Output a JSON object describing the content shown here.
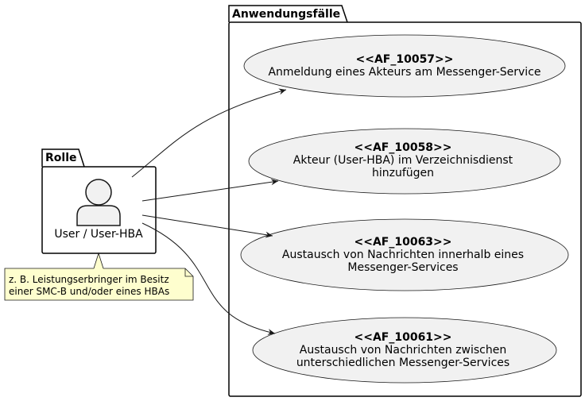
{
  "packages": {
    "role": {
      "title": "Rolle"
    },
    "usecases": {
      "title": "Anwendungsfälle"
    }
  },
  "actor": {
    "label": "User / User-HBA"
  },
  "note": {
    "lines": [
      "z. B. Leistungserbringer im Besitz",
      "einer SMC-B und/oder eines HBAs"
    ]
  },
  "use_cases": [
    {
      "id": "<<AF_10057>>",
      "lines": [
        "Anmeldung eines Akteurs am Messenger-Service"
      ]
    },
    {
      "id": "<<AF_10058>>",
      "lines": [
        "Akteur (User-HBA) im Verzeichnisdienst",
        "hinzufügen"
      ]
    },
    {
      "id": "<<AF_10063>>",
      "lines": [
        "Austausch von Nachrichten innerhalb eines",
        "Messenger-Services"
      ]
    },
    {
      "id": "<<AF_10061>>",
      "lines": [
        "Austausch von Nachrichten zwischen",
        "unterschiedlichen Messenger-Services"
      ]
    }
  ],
  "colors": {
    "usecase_fill": "#f1f1f1",
    "actor_fill": "#f1f1f1",
    "note_fill": "#fefece",
    "line": "#181818"
  }
}
